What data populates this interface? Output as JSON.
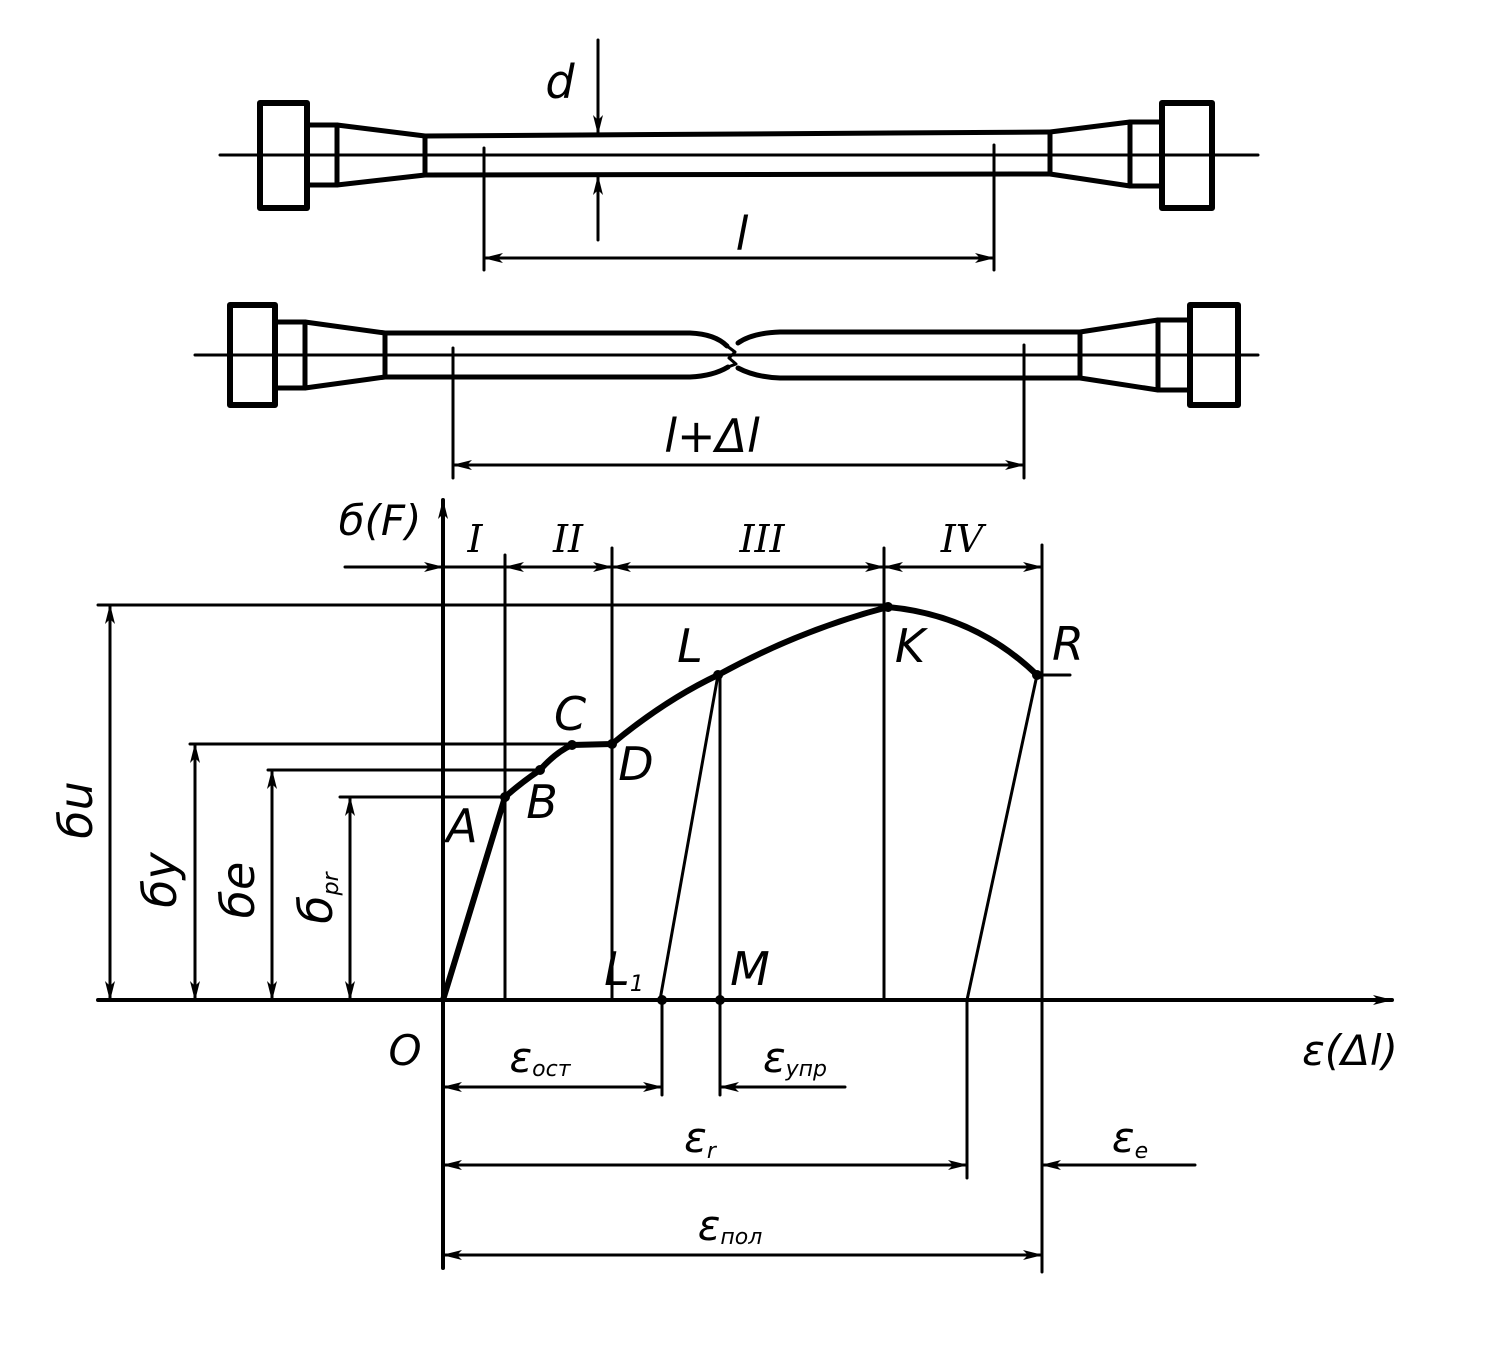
{
  "specimen_top": {
    "diameter_label": "d",
    "gauge_length_label": "l"
  },
  "specimen_bottom": {
    "elongated_length_label": "l+Δl"
  },
  "axes": {
    "y_label": "б(F)",
    "x_label": "ε(Δl)",
    "origin_label": "O"
  },
  "zones": [
    "I",
    "II",
    "III",
    "IV"
  ],
  "points": {
    "A": "A",
    "B": "B",
    "C": "C",
    "D": "D",
    "L": "L",
    "K": "K",
    "R": "R",
    "L1_main": "L",
    "L1_sub": "1",
    "M": "M"
  },
  "stresses": {
    "sigma_u_main": "б",
    "sigma_u_sub": "u",
    "sigma_y_main": "б",
    "sigma_y_sub": "y",
    "sigma_e_main": "б",
    "sigma_e_sub": "e",
    "sigma_pr_main": "б",
    "sigma_pr_sub": "pr"
  },
  "strains": {
    "eps_ost_main": "ε",
    "eps_ost_sub": "ост",
    "eps_upr_main": "ε",
    "eps_upr_sub": "упр",
    "eps_r_main": "ε",
    "eps_r_sub": "r",
    "eps_e_main": "ε",
    "eps_e_sub": "e",
    "eps_pol_main": "ε",
    "eps_pol_sub": "пол"
  }
}
